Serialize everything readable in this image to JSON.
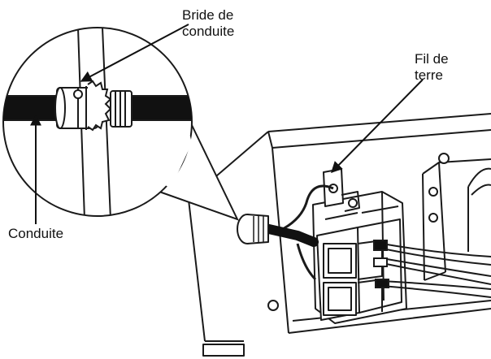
{
  "labels": {
    "bride_de_conduite": "Bride de\nconduite",
    "fil_de_terre": "Fil de\nterre",
    "conduite": "Conduite"
  },
  "colors": {
    "line": "#1a1a1a",
    "fill": "#ffffff",
    "shade": "#d9d9d9",
    "dark": "#111111"
  }
}
